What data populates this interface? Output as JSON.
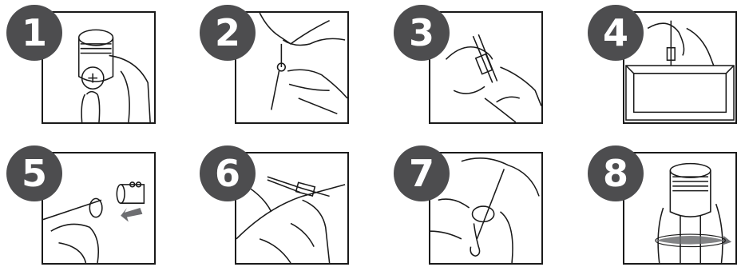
{
  "steps": [
    {
      "number": "1",
      "icon": "thread-screw-into-cap-icon"
    },
    {
      "number": "2",
      "icon": "thread-cable-through-hole-icon"
    },
    {
      "number": "3",
      "icon": "crimp-cable-loop-icon"
    },
    {
      "number": "4",
      "icon": "hang-frame-on-rail-icon"
    },
    {
      "number": "5",
      "icon": "slide-gripper-onto-cable-icon"
    },
    {
      "number": "6",
      "icon": "insert-cable-into-gripper-icon"
    },
    {
      "number": "7",
      "icon": "attach-hook-to-cable-icon"
    },
    {
      "number": "8",
      "icon": "twist-to-lock-icon"
    }
  ],
  "colors": {
    "badge": "#4d4d4f",
    "line": "#1a1a1a",
    "arrow": "#6d6e71"
  }
}
